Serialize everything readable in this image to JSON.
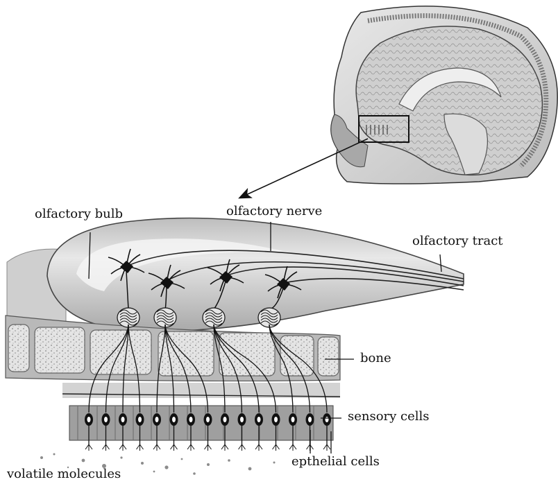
{
  "labels": {
    "olfactory_bulb": "olfactory bulb",
    "olfactory_nerve": "olfactory nerve",
    "olfactory_tract": "olfactory tract",
    "bone": "bone",
    "sensory_cells": "sensory cells",
    "epthelial_cells": "epthelial cells",
    "volatile_molecules": "volatile molecules"
  },
  "colors": {
    "ink": "#111111",
    "bulb_fill": "#d9d9d9",
    "bulb_light": "#f2f2f2",
    "brain_fill": "#cfcfcf",
    "bone_fill": "#c8c8c8",
    "bone_block": "#e6e6e6",
    "epithelium": "#bdbdbd"
  },
  "diagram": {
    "neuron_count": 4,
    "sensory_cell_count": 15
  }
}
